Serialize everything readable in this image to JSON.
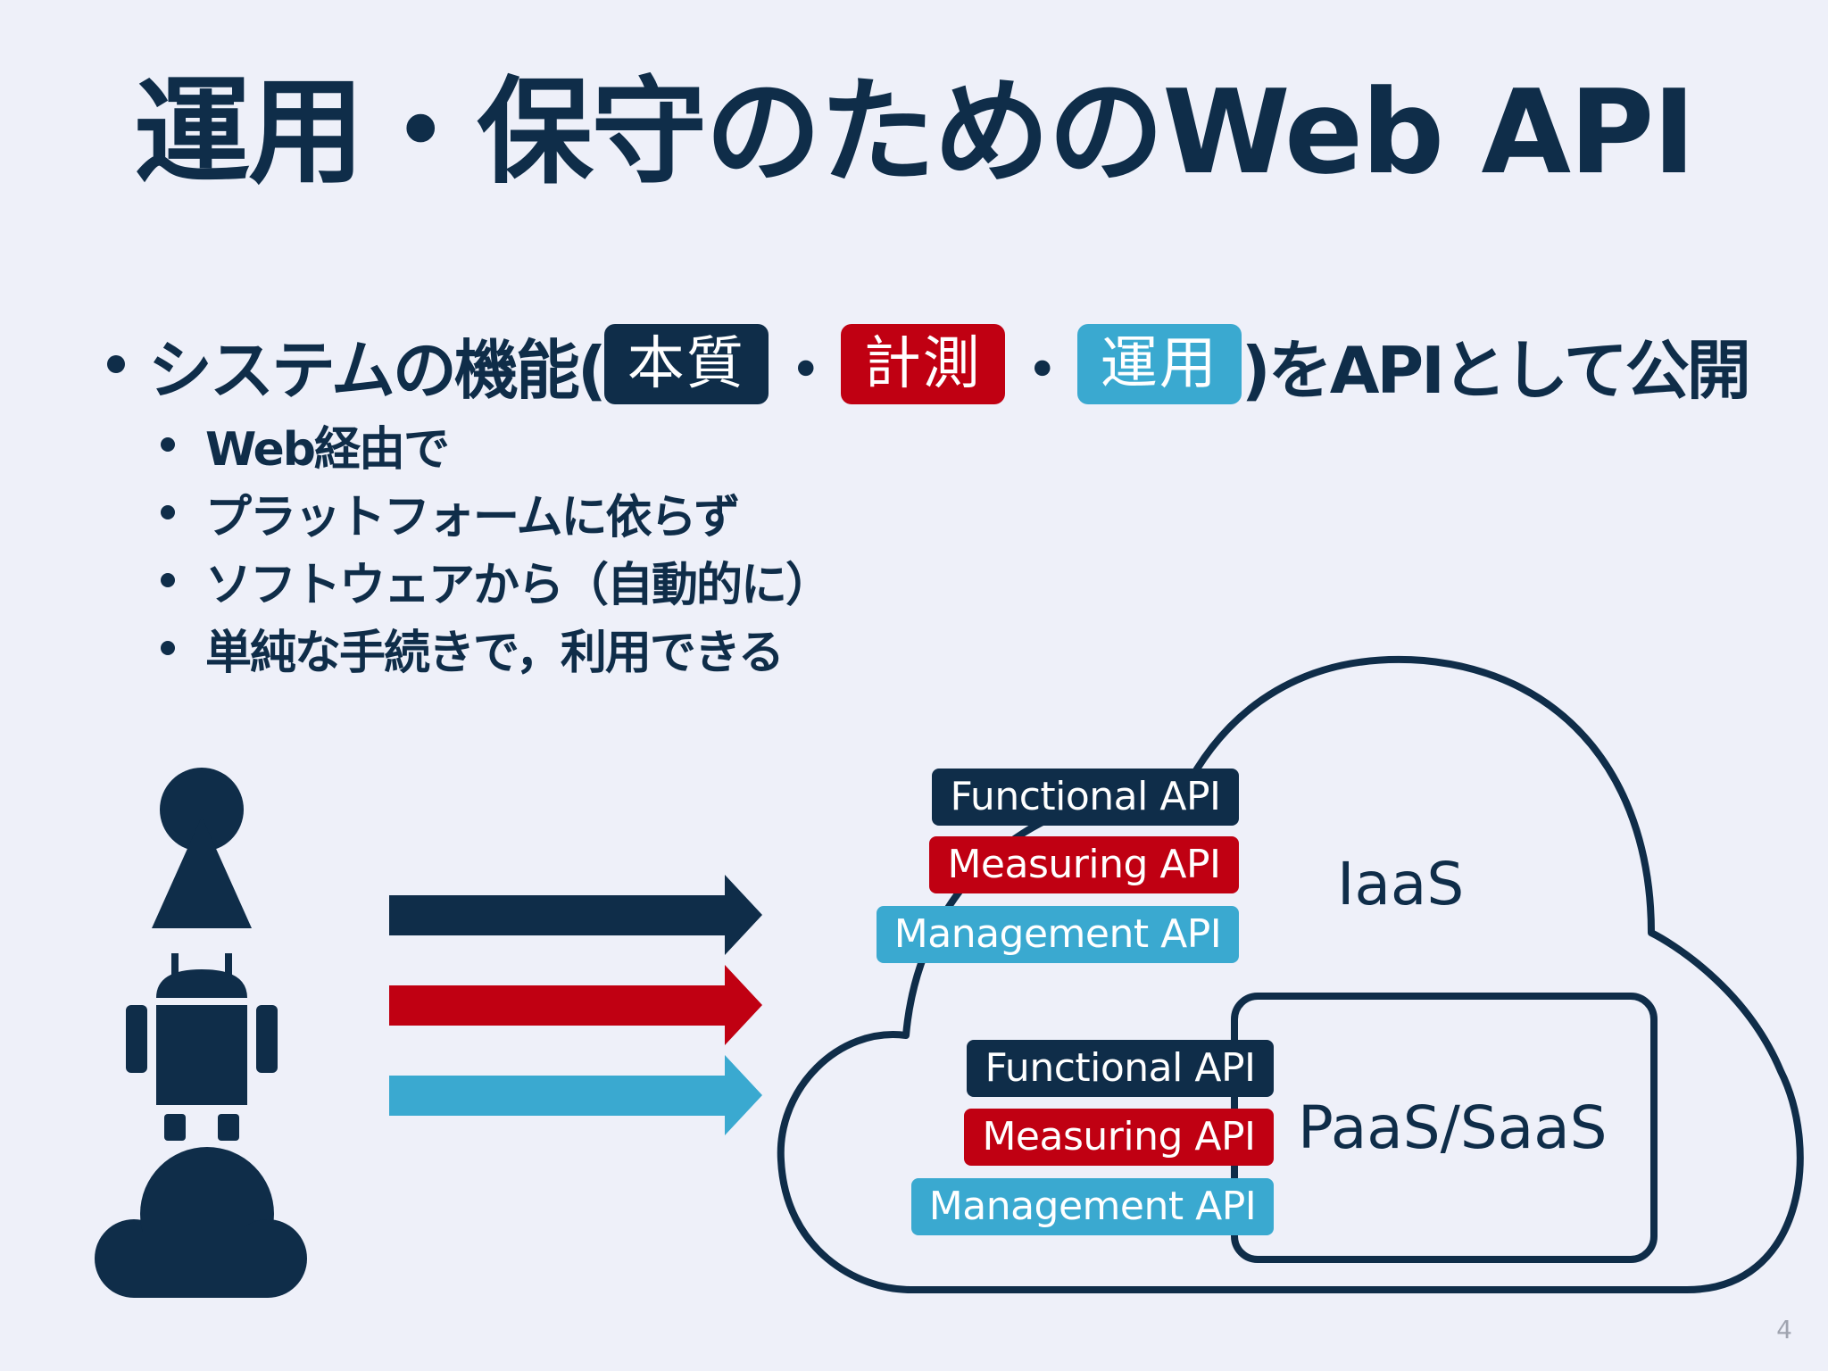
{
  "title": "運用・保守のためのWeb API",
  "main_bullet": {
    "prefix": "システムの機能(",
    "chips": [
      {
        "label": "本質",
        "color": "#0f2d49"
      },
      {
        "label": "計測",
        "color": "#c00012"
      },
      {
        "label": "運用",
        "color": "#3aa9d0"
      }
    ],
    "separator": "・",
    "suffix": ")をAPIとして公開"
  },
  "sub_bullets": [
    "Web経由で",
    "プラットフォームに依らず",
    "ソフトウェアから（自動的に）",
    "単純な手続きで，利用できる"
  ],
  "clients": [
    "person-icon",
    "android-icon",
    "cloud-icon"
  ],
  "arrow_colors": [
    "#0f2d49",
    "#c00012",
    "#3aa9d0"
  ],
  "iaas": {
    "label": "IaaS",
    "apis": [
      {
        "label": "Functional API",
        "color": "#0f2d49"
      },
      {
        "label": "Measuring API",
        "color": "#c00012"
      },
      {
        "label": "Management API",
        "color": "#3aa9d0"
      }
    ]
  },
  "paas": {
    "label": "PaaS/SaaS",
    "apis": [
      {
        "label": "Functional API",
        "color": "#0f2d49"
      },
      {
        "label": "Measuring API",
        "color": "#c00012"
      },
      {
        "label": "Management API",
        "color": "#3aa9d0"
      }
    ]
  },
  "page_number": "4"
}
